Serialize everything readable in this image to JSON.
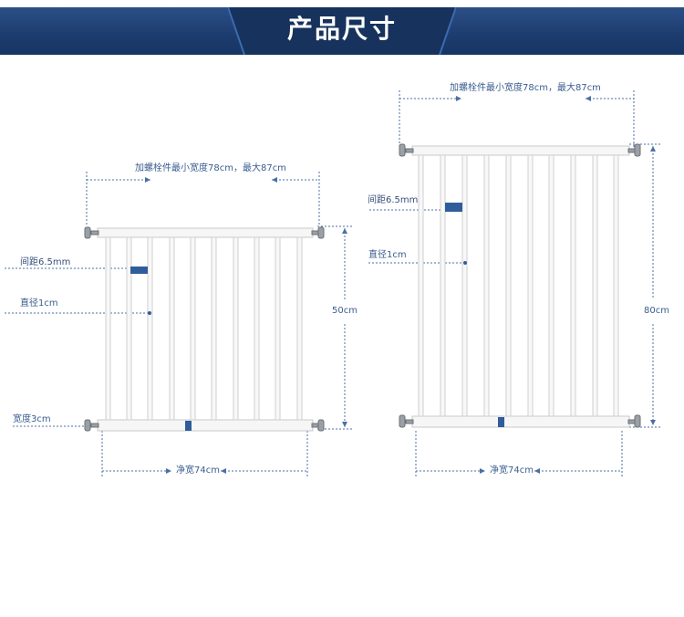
{
  "header": {
    "title": "产品尺寸"
  },
  "left_gate": {
    "max_width_label": "加螺栓件最小宽度78cm，最大87cm",
    "spacing_label": "间距6.5mm",
    "diameter_label": "直径1cm",
    "frame_width_label": "宽度3cm",
    "height_label": "50cm",
    "net_width_label": "净宽74cm"
  },
  "right_gate": {
    "max_width_label": "加螺栓件最小宽度78cm，最大87cm",
    "spacing_label": "间距6.5mm",
    "diameter_label": "直径1cm",
    "height_label": "80cm",
    "net_width_label": "净宽74cm"
  },
  "colors": {
    "banner": "#1d3c6e",
    "dim_line": "#4a6fa5",
    "gate": "#f4f4f4",
    "accent": "#2f5d9c"
  }
}
